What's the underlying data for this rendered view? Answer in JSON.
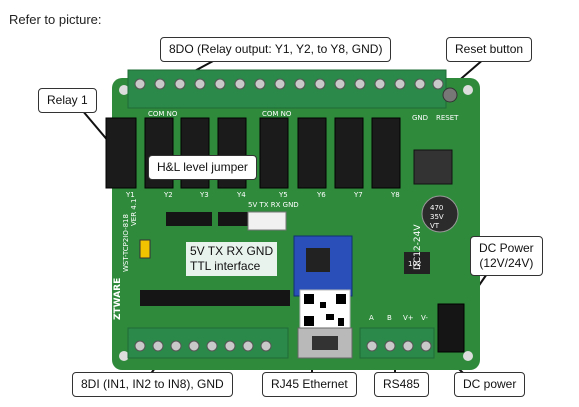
{
  "intro_text": "Refer to picture:",
  "callouts": {
    "do_terminals": "8DO (Relay output: Y1, Y2, to Y8, GND)",
    "reset": "Reset button",
    "relay1": "Relay 1",
    "jumper": "H&L level jumper",
    "ttl_line1": "5V TX RX GND",
    "ttl_line2": "TTL interface",
    "dc_power_line1": "DC Power",
    "dc_power_line2": "(12V/24V)",
    "di_terminals": "8DI (IN1, IN2 to IN8), GND",
    "rj45": "RJ45 Ethernet",
    "rs485": "RS485",
    "dc_power_bottom": "DC power"
  },
  "board": {
    "brand": "ZTWARE",
    "model": "WST-TCP2IO-818",
    "version": "VER 4.1",
    "power_label": "DC12-24V",
    "reset_label": "RESET",
    "gnd_label": "GND",
    "relay_labels": [
      "Y1",
      "Y2",
      "Y3",
      "Y4",
      "Y5",
      "Y6",
      "Y7",
      "Y8"
    ],
    "com_no_label": "COM NO",
    "rs485_labels": [
      "A",
      "B",
      "V+",
      "V-"
    ],
    "cap_label_1": "470",
    "cap_label_2": "35V",
    "cap_label_3": "VT",
    "chip_label": "102",
    "ttl_pin_labels": "5V TX RX GND"
  },
  "colors": {
    "pcb": "#2f8a3c",
    "terminal": "#2b8a4a",
    "relay": "#1b1b1b",
    "module": "#2a4fb8"
  }
}
